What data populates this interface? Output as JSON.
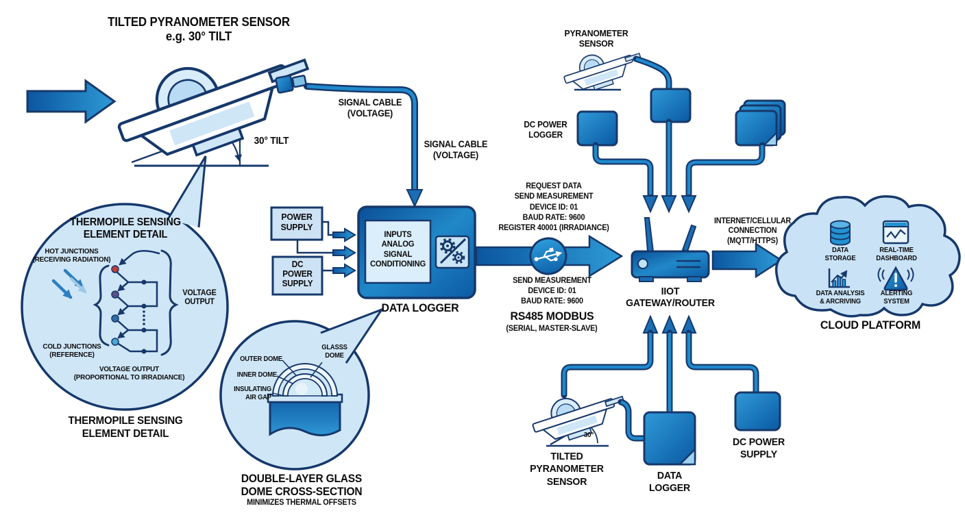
{
  "colors": {
    "outline_navy": "#16386b",
    "cable_blue": "#2089cc",
    "bubble_fill": "#cfe6f7",
    "panel_fill": "#cde2f4",
    "deep_blue": "#0a4e96",
    "bright_blue": "#2f9ad8",
    "hot_junction_red": "#c23b35"
  },
  "top_left_sensor": {
    "title": "TILTED PYRANOMETER SENSOR\ne.g. 30° TILT",
    "tilt_label": "30° TILT",
    "signal_cable_top": "SIGNAL CABLE\n(VOLTAGE)",
    "signal_cable_side": "SIGNAL CABLE\n(VOLTAGE)"
  },
  "thermopile": {
    "title": "THERMOPILE SENSING\nELEMENT DETAIL",
    "hot_junctions": "HOT JUNCTIONS\n(RECEIVING RADIATION)",
    "cold_junctions": "COLD JUNCTIONS\n(REFERENCE)",
    "voltage_output_side": "VOLTAGE\nOUTPUT",
    "voltage_output_note": "VOLTAGE OUTPUT\n(PROPORTIONAL TO IRRADIANCE)",
    "caption": "THERMOPILE SENSING\nELEMENT DETAIL"
  },
  "data_logger": {
    "power_supply": "POWER\nSUPPLY",
    "dc_power_supply": "DC\nPOWER\nSUPPLY",
    "inputs": "INPUTS\nANALOG\nSIGNAL\nCONDITIONING",
    "caption": "DATA LOGGER"
  },
  "dome_detail": {
    "glass_dome": "GLASSS\nDOME",
    "outer_dome": "OUTER DOME",
    "inner_dome": "INNER DOME",
    "insulating_air_gap": "INSULATING\nAIR GAP",
    "caption": "DOUBLE-LAYER GLASS\nDOME CROSS-SECTION",
    "subcaption": "MINIMIZES THERMAL OFFSETS"
  },
  "modbus": {
    "request": "REQUEST DATA\nSEND MEASUREMENT\nDEVICE ID: 01\nBAUD RATE: 9600\nREGISTER 40001 (IRRADIANCE)",
    "response": "SEND MEASUREMENT\nDEVICE ID: 01\nBAUD RATE: 9600",
    "protocol": "RS485 MODBUS",
    "protocol_note": "(SERIAL, MASTER-SLAVE)"
  },
  "gateway": {
    "pyranometer_sensor": "PYRANOMETER\nSENSOR",
    "dc_power_logger": "DC POWER\nLOGGER",
    "label": "IIOT\nGATEWAY/ROUTER",
    "internet": "INTERNET/CELLULAR\nCONNECTION\n(MQTT/HTTPS)"
  },
  "cloud": {
    "data_storage": "DATA\nSTORAGE",
    "realtime_dashboard": "REAL-TIME\nDASHBOARD",
    "data_analysis": "DATA ANALYSIS\n& ARCRIVING",
    "alerting_system": "ALERTING\nSYSTEM",
    "caption": "CLOUD PLATFORM"
  },
  "field_devices": {
    "tilted_sensor": "TILTED\nPYRANOMETER\nSENSOR",
    "tilt_angle": "30°",
    "data_logger": "DATA\nLOGGER",
    "dc_power_supply": "DC POWER\nSUPPLY"
  }
}
